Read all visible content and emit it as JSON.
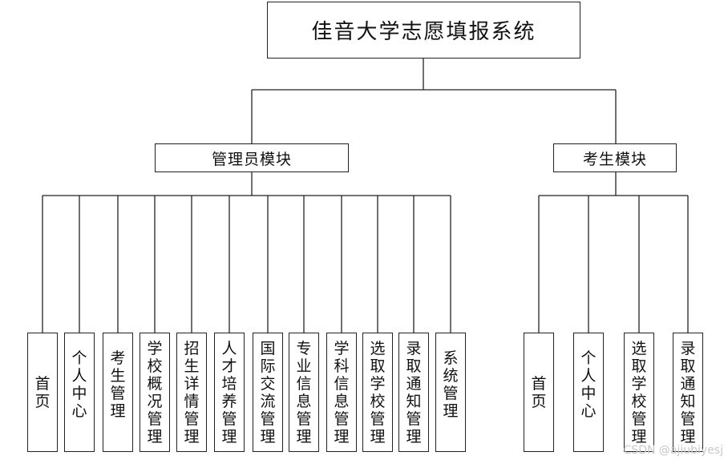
{
  "title": "佳音大学志愿填报系统",
  "modules": [
    {
      "name": "管理员模块",
      "items": [
        "首页",
        "个人中心",
        "考生管理",
        "学校概况管理",
        "招生详情管理",
        "人才培养管理",
        "国际交流管理",
        "专业信息管理",
        "学科信息管理",
        "选取学校管理",
        "录取通知管理",
        "系统管理"
      ]
    },
    {
      "name": "考生模块",
      "items": [
        "首页",
        "个人中心",
        "选取学校管理",
        "录取通知管理"
      ]
    }
  ],
  "watermark": "CSDN @ajiubiyesj"
}
